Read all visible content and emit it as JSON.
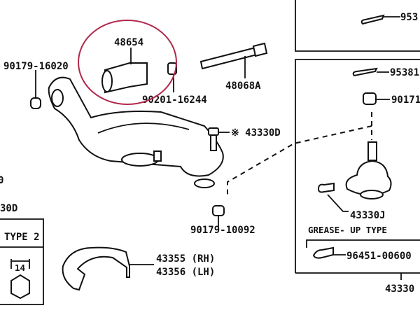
{
  "diagram": {
    "highlight_color": "#b0284a",
    "labels": {
      "bushing": "48654",
      "nut_left": "90179-16020",
      "washer": "90201-16244",
      "bolt": "48068A",
      "bolt_small": "※ 43330D",
      "nut_bottom": "90179-10092",
      "cover_rh": "43355 (RH)",
      "cover_lh": "43356 (LH)",
      "left_cut_ref": "30D",
      "left_cut_digit": "0",
      "cotter_top": "953",
      "cotter": "95381",
      "castle_nut": "90171",
      "ball_joint_bolt": "43330J",
      "grease_up_type": "GREASE- UP  TYPE",
      "grease_fitting": "96451-00600",
      "ball_joint_assy": "43330"
    },
    "type_box": {
      "title": "TYPE 2",
      "size": "14"
    }
  }
}
